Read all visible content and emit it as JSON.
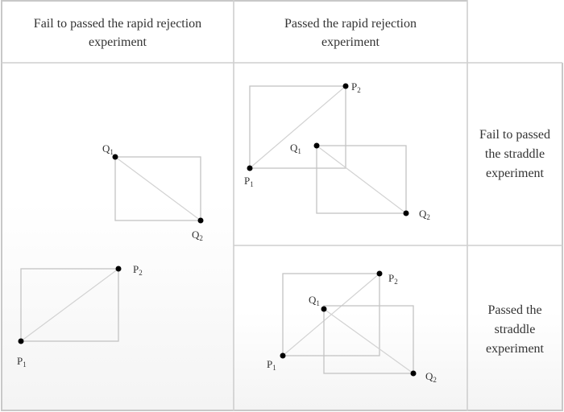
{
  "table": {
    "header": {
      "col1": "Fail to passed the rapid rejection experiment",
      "col2": "Passed the rapid rejection experiment",
      "col3": ""
    },
    "row_labels": {
      "row1": "Fail to passed the straddle experiment",
      "row2": "Passed the straddle experiment"
    }
  },
  "cells": {
    "fail_rapid_rejection": {
      "segments": [
        {
          "name": "Q",
          "start": {
            "label": "Q",
            "sub": "1"
          },
          "end": {
            "label": "Q",
            "sub": "2"
          }
        },
        {
          "name": "P",
          "start": {
            "label": "P",
            "sub": "1"
          },
          "end": {
            "label": "P",
            "sub": "2"
          }
        }
      ]
    },
    "pass_rapid_fail_straddle": {
      "segments": [
        {
          "name": "P",
          "start": {
            "label": "P",
            "sub": "1"
          },
          "end": {
            "label": "P",
            "sub": "2"
          }
        },
        {
          "name": "Q",
          "start": {
            "label": "Q",
            "sub": "1"
          },
          "end": {
            "label": "Q",
            "sub": "2"
          }
        }
      ]
    },
    "pass_rapid_pass_straddle": {
      "segments": [
        {
          "name": "P",
          "start": {
            "label": "P",
            "sub": "1"
          },
          "end": {
            "label": "P",
            "sub": "2"
          }
        },
        {
          "name": "Q",
          "start": {
            "label": "Q",
            "sub": "1"
          },
          "end": {
            "label": "Q",
            "sub": "2"
          }
        }
      ]
    }
  }
}
